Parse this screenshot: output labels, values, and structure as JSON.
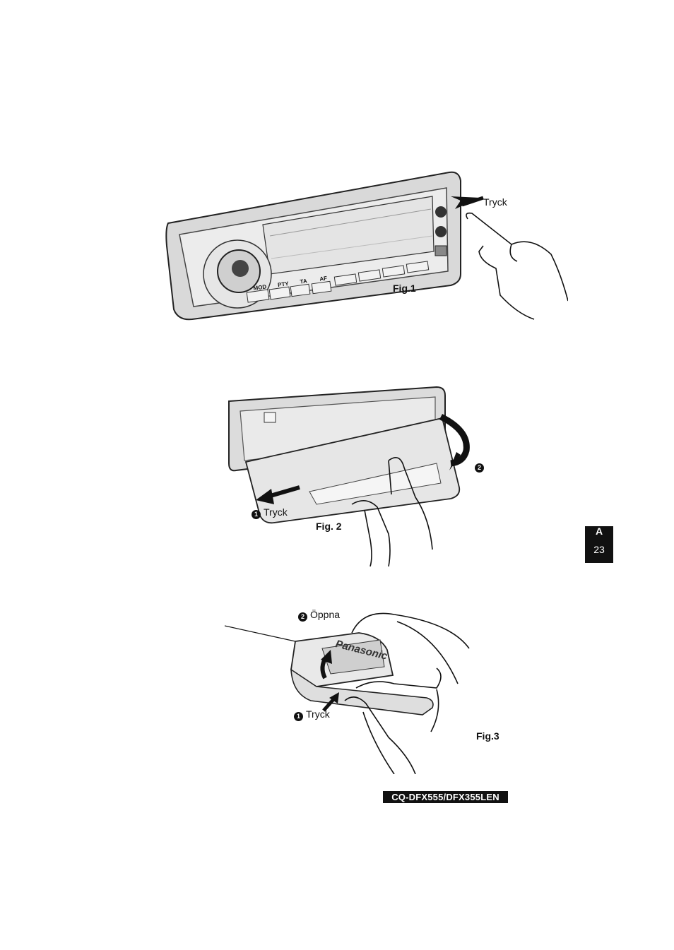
{
  "figures": {
    "fig1": {
      "caption": "Fig.1",
      "label": "Tryck"
    },
    "fig2": {
      "caption": "Fig. 2",
      "step1_num": "1",
      "step1_label": "Tryck",
      "step2_num": "2"
    },
    "fig3": {
      "caption": "Fig.3",
      "step1_num": "1",
      "step1_label": "Tryck",
      "step2_num": "2",
      "step2_label": "Öppna"
    }
  },
  "faceplate_buttons": [
    "MOD",
    "PTY",
    "TA",
    "AF"
  ],
  "brand": "Panasonic",
  "side_tab": {
    "letter": "A",
    "page": "23"
  },
  "footer": {
    "model": "CQ-DFX555/DFX355LEN"
  }
}
